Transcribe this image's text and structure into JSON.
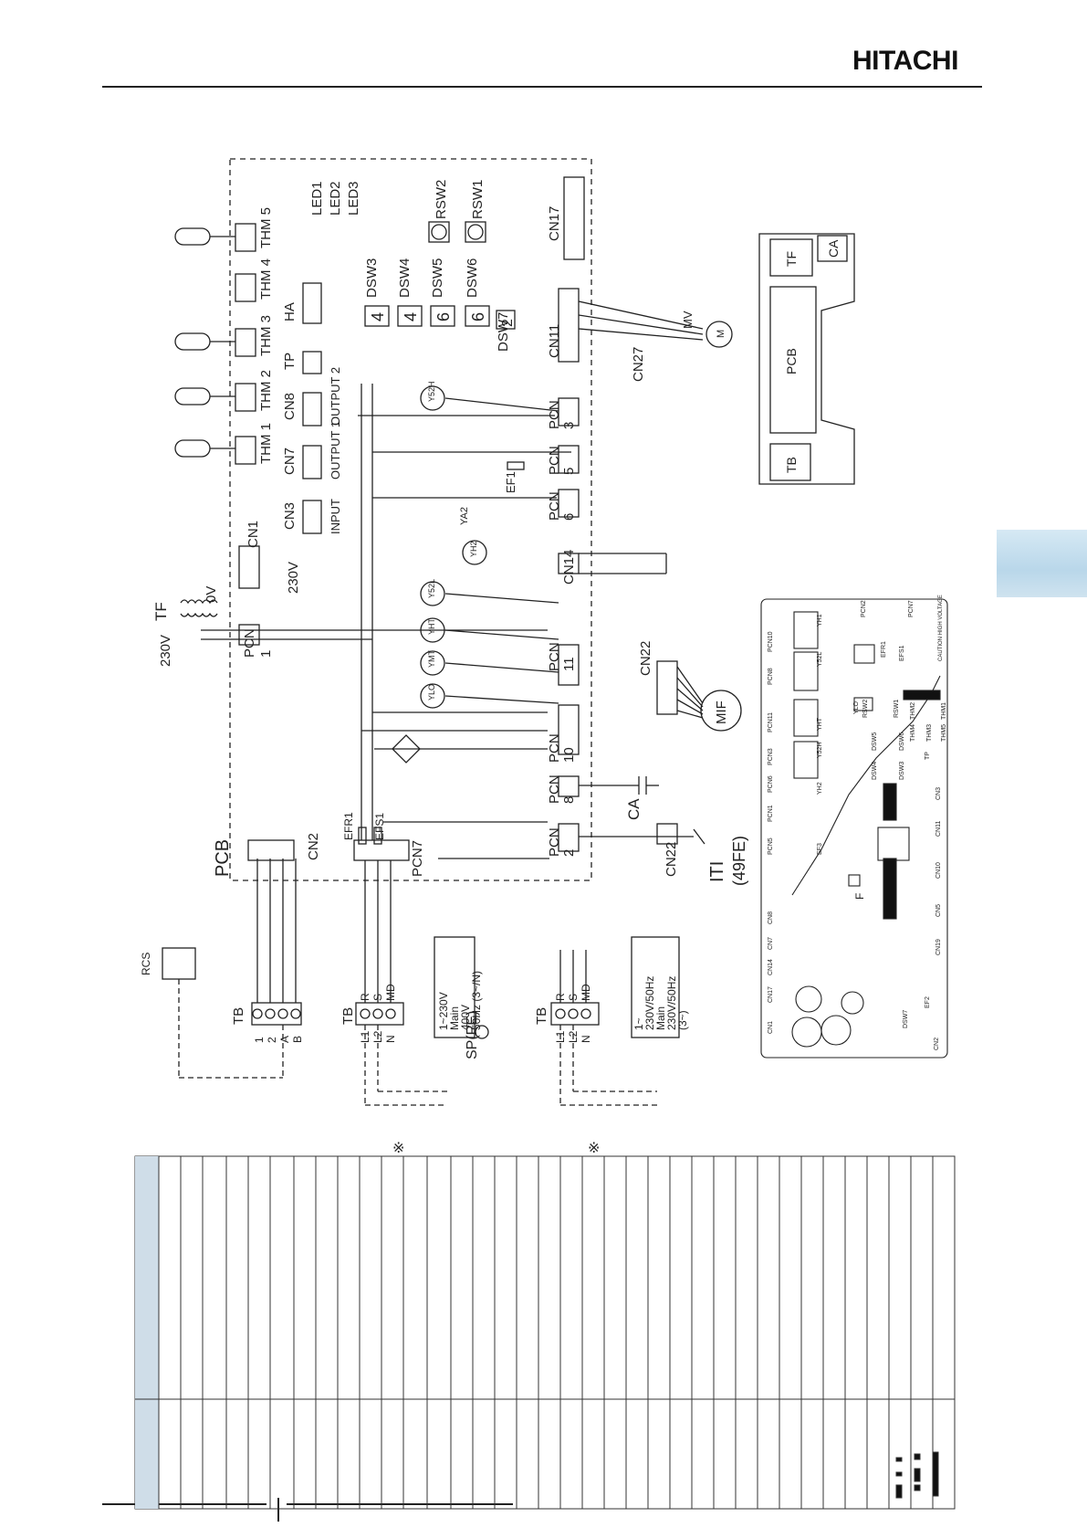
{
  "header": {
    "brand": "HITACHI"
  },
  "schematic": {
    "board_label": "PCB",
    "thermistors": [
      "THM 1",
      "THM 2",
      "THM 3",
      "THM 4",
      "THM 5"
    ],
    "leds": [
      "LED1",
      "LED2",
      "LED3"
    ],
    "rotary_switches": [
      "RSW2",
      "RSW1"
    ],
    "dip_switches": [
      {
        "label": "DSW3",
        "setting": "4"
      },
      {
        "label": "DSW4",
        "setting": "4"
      },
      {
        "label": "DSW5",
        "setting": "6"
      },
      {
        "label": "DSW6",
        "setting": "6"
      },
      {
        "label": "DSW7",
        "setting": "2"
      }
    ],
    "connectors": {
      "cn1": "CN1",
      "cn2": "CN2",
      "cn3": "CN3",
      "cn7": "CN7",
      "cn8": "CN8",
      "cn11": "CN11",
      "cn14": "CN14",
      "cn17": "CN17",
      "cn22_top": "CN22",
      "cn22_bottom": "CN22",
      "cn27": "CN27",
      "ha": "HA",
      "tp": "TP",
      "pcn": "PCN",
      "pcn7": "PCN7"
    },
    "pcn_numbers": [
      "1",
      "3",
      "5",
      "6",
      "11",
      "10",
      "8",
      "2"
    ],
    "io_labels": [
      "INPUT",
      "OUTPUT 1",
      "OUTPUT 2"
    ],
    "fuses": [
      "EF1",
      "EFR1",
      "EFS1"
    ],
    "relays": [
      "Y52H",
      "Y52L",
      "YHT",
      "YMT",
      "YLO",
      "Y52O",
      "YH2",
      "YA2"
    ],
    "transformer": {
      "label": "TF",
      "primary": "230V",
      "secondary": "0V",
      "pcn1_side": "230V"
    },
    "fan_motor": "MIF",
    "valve": "MV",
    "valve_motor": "M",
    "capacitor": "CA",
    "remote": "RCS",
    "terminal_block": "TB",
    "tb1_terminals": [
      "1",
      "2",
      "A",
      "B"
    ],
    "tb2_terminals": [
      "L1",
      "L2",
      "N",
      "R",
      "S",
      "MD"
    ],
    "tb3_terminals": [
      "L1",
      "L2",
      "N",
      "R",
      "S",
      "MD"
    ],
    "earth_label": "SP(PE)",
    "power_box_1": [
      "1~230V",
      "Main",
      "400V",
      "50Hz (3~/N)"
    ],
    "power_box_2": [
      "1~",
      "230V/50Hz",
      "Main",
      "230V/50Hz",
      "(3~)"
    ],
    "ground_switch": "ITI",
    "ground_switch_code": "(49FE)"
  },
  "board_layout": {
    "components": [
      "TF",
      "CA",
      "PCB",
      "TB"
    ]
  },
  "pcb_photo": {
    "labels": [
      "PCN2",
      "PCN7",
      "PCN10",
      "PCN8",
      "PCN11",
      "PCN3",
      "PCN6",
      "PCN1",
      "PCN5",
      "CN8",
      "CN7",
      "CN14",
      "CN17",
      "CN1",
      "CN2",
      "CN3",
      "CN11",
      "CN10",
      "CN5",
      "CN19",
      "EF2",
      "DSW7",
      "DSW4",
      "DSW3",
      "DSW5",
      "DSW6",
      "RSW1",
      "RSW2",
      "THM1",
      "THM2",
      "THM3",
      "THM4",
      "THM5",
      "TP",
      "EFR1",
      "EFS1",
      "EF3",
      "YH1",
      "Y52L",
      "Y52H",
      "YHT",
      "YLO",
      "YH2",
      "F",
      "CAUTION HIGH VOLTAGE"
    ]
  },
  "notes": {
    "marker_1": "※",
    "marker_2": "※"
  }
}
